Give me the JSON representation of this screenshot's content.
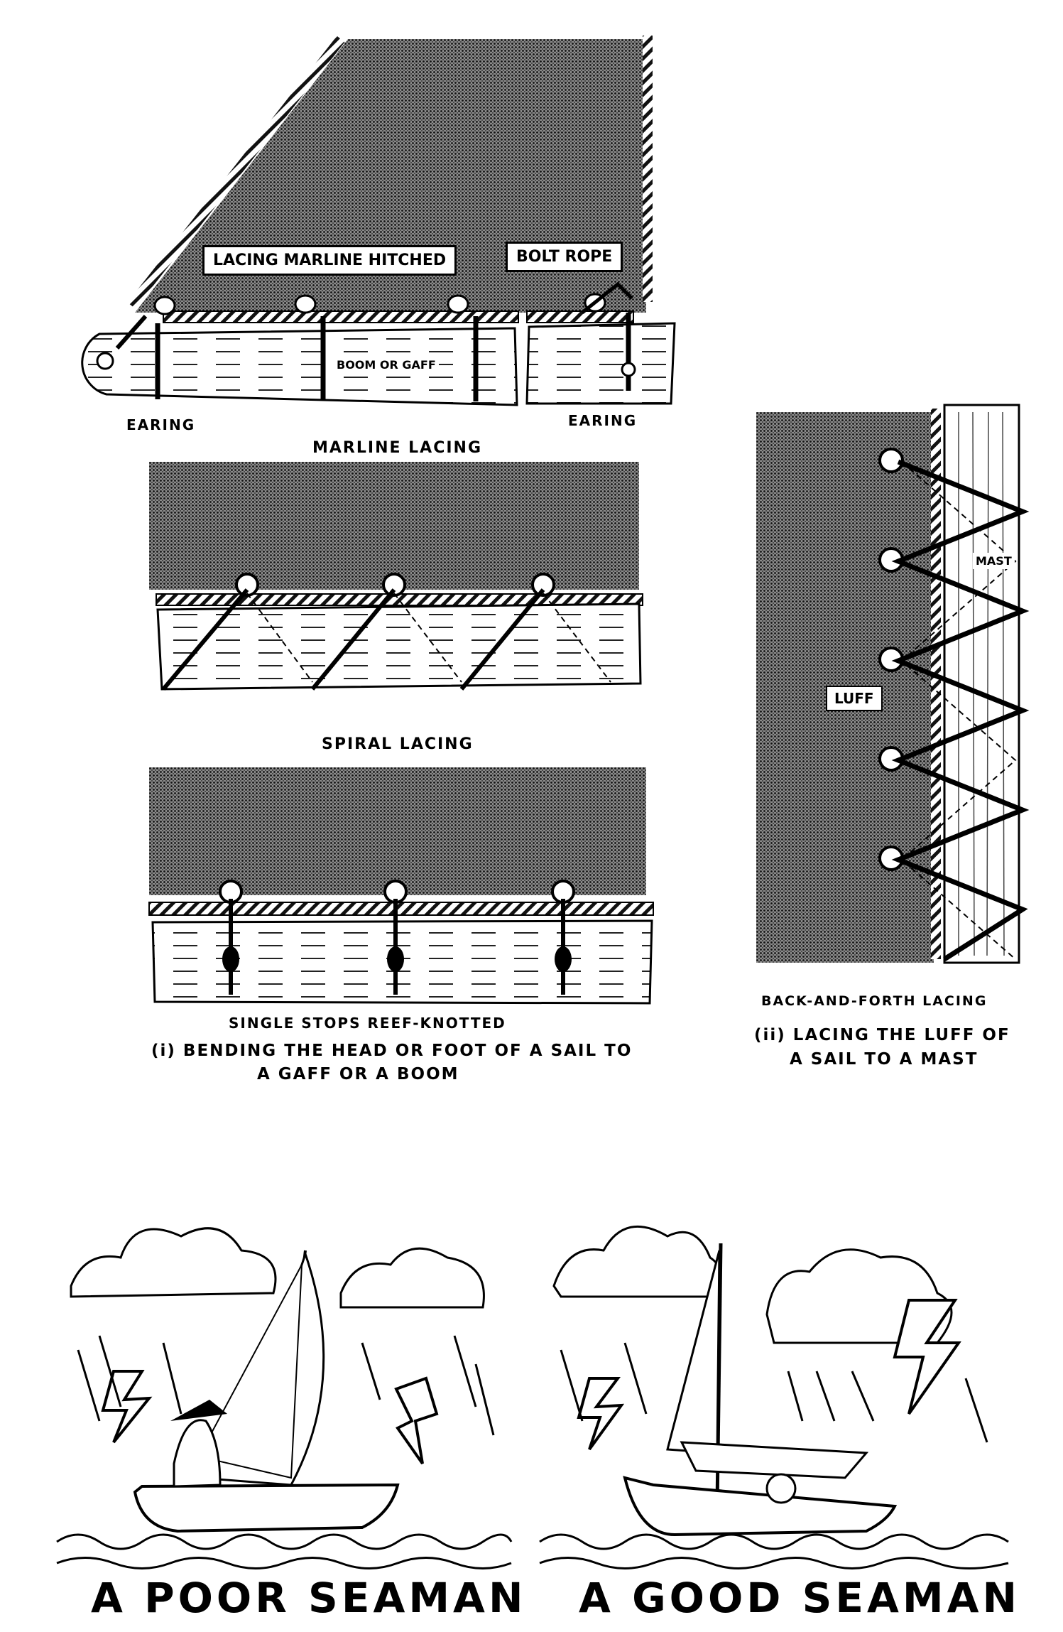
{
  "marline": {
    "callout_hitched": "LACING MARLINE HITCHED",
    "callout_bolt": "BOLT ROPE",
    "spar_label": "BOOM OR GAFF",
    "earing_left": "EARING",
    "earing_right": "EARING",
    "caption": "MARLINE LACING"
  },
  "spiral": {
    "caption": "SPIRAL LACING"
  },
  "stops": {
    "caption": "SINGLE STOPS REEF-KNOTTED",
    "subcaption_line1": "(i) BENDING THE HEAD OR FOOT OF A SAIL TO",
    "subcaption_line2": "A GAFF OR A BOOM"
  },
  "mast": {
    "mast_label": "MAST",
    "luff_label": "LUFF",
    "caption": "BACK-AND-FORTH LACING",
    "subcaption_line1": "(ii) LACING THE LUFF OF",
    "subcaption_line2": "A SAIL TO A MAST"
  },
  "cartoons": {
    "poor": "A POOR SEAMAN",
    "good": "A GOOD SEAMAN"
  },
  "colors": {
    "ink": "#000000",
    "paper": "#ffffff",
    "canvas_shade": "#5a5a5a"
  }
}
